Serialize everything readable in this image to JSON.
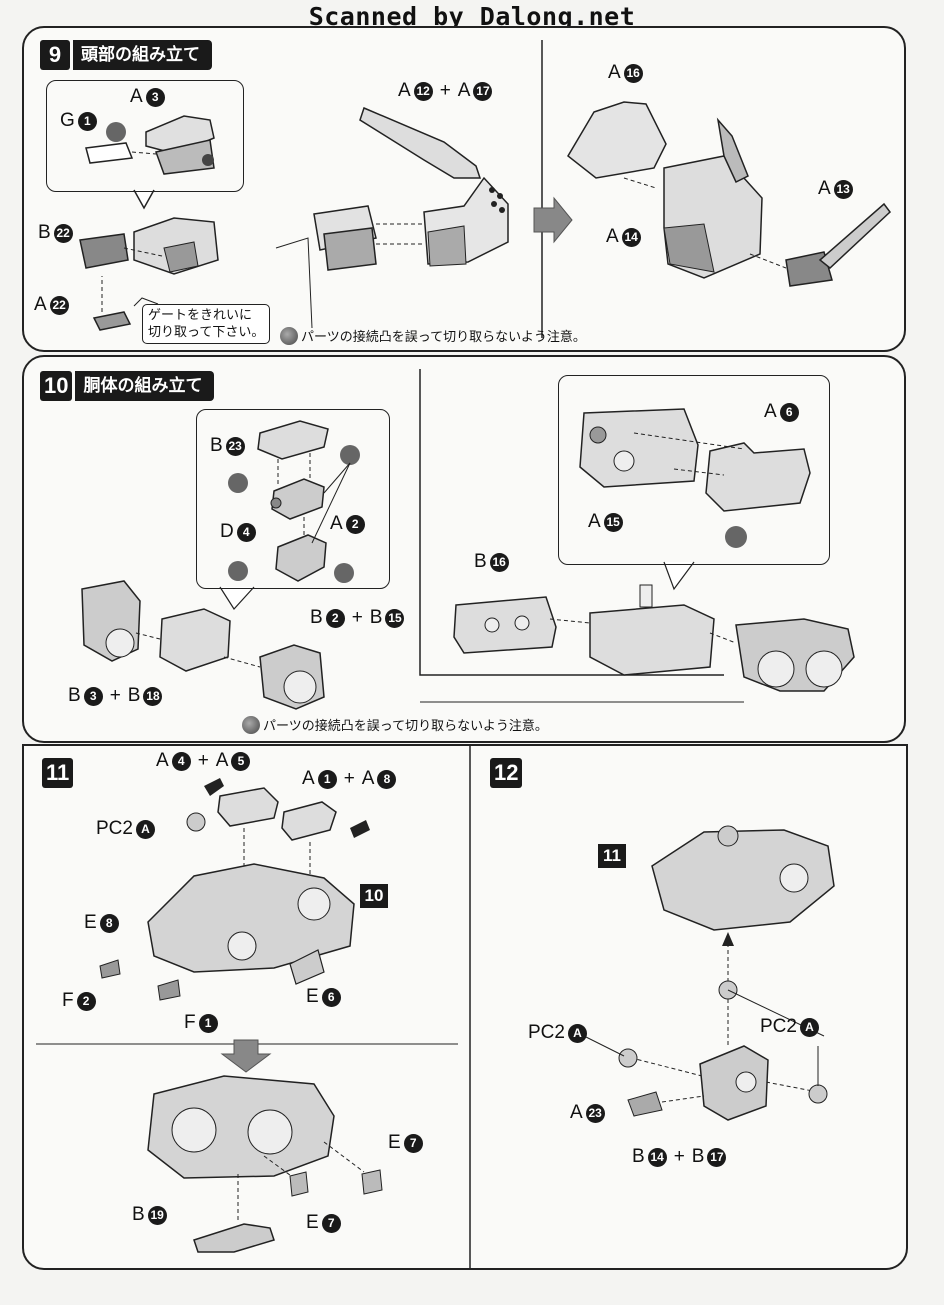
{
  "banner": "Scanned by Dalong.net",
  "step9": {
    "number": "9",
    "title": "頭部の組み立て",
    "parts": {
      "g1": {
        "letter": "G",
        "num": "1"
      },
      "a3": {
        "letter": "A",
        "num": "3"
      },
      "b22": {
        "letter": "B",
        "num": "22"
      },
      "a22": {
        "letter": "A",
        "num": "22"
      },
      "a12": {
        "letter": "A",
        "num": "12"
      },
      "a17": {
        "letter": "A",
        "num": "17"
      },
      "a16": {
        "letter": "A",
        "num": "16"
      },
      "a14": {
        "letter": "A",
        "num": "14"
      },
      "a13": {
        "letter": "A",
        "num": "13"
      }
    },
    "plus": "+",
    "gate_note_line1": "ゲートをきれいに",
    "gate_note_line2": "切り取って下さい。",
    "caution": "パーツの接続凸を誤って切り取らないよう注意。"
  },
  "step10": {
    "number": "10",
    "title": "胴体の組み立て",
    "parts": {
      "b23": {
        "letter": "B",
        "num": "23"
      },
      "d4": {
        "letter": "D",
        "num": "4"
      },
      "a2": {
        "letter": "A",
        "num": "2"
      },
      "b2": {
        "letter": "B",
        "num": "2"
      },
      "b15": {
        "letter": "B",
        "num": "15"
      },
      "b3": {
        "letter": "B",
        "num": "3"
      },
      "b18": {
        "letter": "B",
        "num": "18"
      },
      "a6": {
        "letter": "A",
        "num": "6"
      },
      "a15": {
        "letter": "A",
        "num": "15"
      },
      "b16": {
        "letter": "B",
        "num": "16"
      }
    },
    "plus": "+",
    "caution": "パーツの接続凸を誤って切り取らないよう注意。"
  },
  "step11": {
    "number": "11",
    "ref_step": "10",
    "parts": {
      "a4": {
        "letter": "A",
        "num": "4"
      },
      "a5": {
        "letter": "A",
        "num": "5"
      },
      "a1": {
        "letter": "A",
        "num": "1"
      },
      "a8": {
        "letter": "A",
        "num": "8"
      },
      "pc2a": {
        "letter": "PC2",
        "num": "A"
      },
      "e8": {
        "letter": "E",
        "num": "8"
      },
      "f2": {
        "letter": "F",
        "num": "2"
      },
      "f1": {
        "letter": "F",
        "num": "1"
      },
      "e6": {
        "letter": "E",
        "num": "6"
      },
      "e7a": {
        "letter": "E",
        "num": "7"
      },
      "e7b": {
        "letter": "E",
        "num": "7"
      },
      "b19": {
        "letter": "B",
        "num": "19"
      }
    },
    "plus": "+"
  },
  "step12": {
    "number": "12",
    "ref_step": "11",
    "parts": {
      "pc2a_left": {
        "letter": "PC2",
        "num": "A"
      },
      "pc2a_right": {
        "letter": "PC2",
        "num": "A"
      },
      "a23": {
        "letter": "A",
        "num": "23"
      },
      "b14": {
        "letter": "B",
        "num": "14"
      },
      "b17": {
        "letter": "B",
        "num": "17"
      }
    },
    "plus": "+"
  }
}
